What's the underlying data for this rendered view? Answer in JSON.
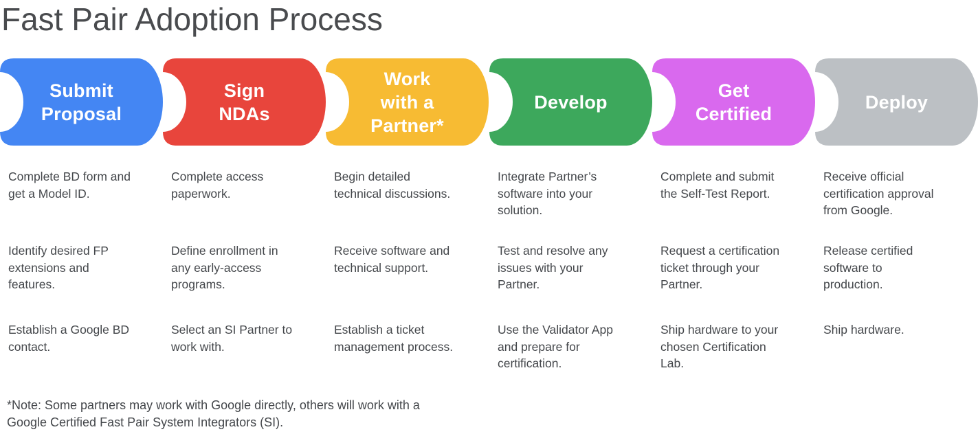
{
  "page": {
    "title": "Fast Pair Adoption Process"
  },
  "steps": [
    {
      "title": "Submit\nProposal",
      "color": "#4486F3",
      "items": [
        "Complete BD form and\nget a Model ID.",
        "Identify desired FP\nextensions and\nfeatures.",
        "Establish a Google BD\ncontact."
      ]
    },
    {
      "title": "Sign\nNDAs",
      "color": "#E8453C",
      "items": [
        "Complete access\npaperwork.",
        "Define enrollment in\nany early-access\nprograms.",
        "Select an SI Partner to\nwork with."
      ]
    },
    {
      "title": "Work\nwith a\nPartner*",
      "color": "#F7BB33",
      "items": [
        "Begin detailed\ntechnical discussions.",
        "Receive software and\ntechnical support.",
        "Establish a ticket\nmanagement process."
      ]
    },
    {
      "title": "Develop",
      "color": "#3DA85C",
      "items": [
        "Integrate Partner’s\nsoftware into your\nsolution.",
        "Test and resolve any\nissues with your\nPartner.",
        "Use the Validator App\nand prepare for\ncertification."
      ]
    },
    {
      "title": "Get\nCertified",
      "color": "#D969EE",
      "items": [
        "Complete and submit\nthe Self-Test Report.",
        "Request a certification\nticket through your\nPartner.",
        "Ship hardware to your\nchosen Certification\nLab."
      ]
    },
    {
      "title": "Deploy",
      "color": "#BCC0C4",
      "items": [
        "Receive official\ncertification approval\nfrom Google.",
        "Release certified\nsoftware to\nproduction.",
        "Ship hardware."
      ]
    }
  ],
  "footnote": "*Note: Some partners may work with Google directly, others will work with a\nGoogle Certified Fast Pair System Integrators (SI)."
}
